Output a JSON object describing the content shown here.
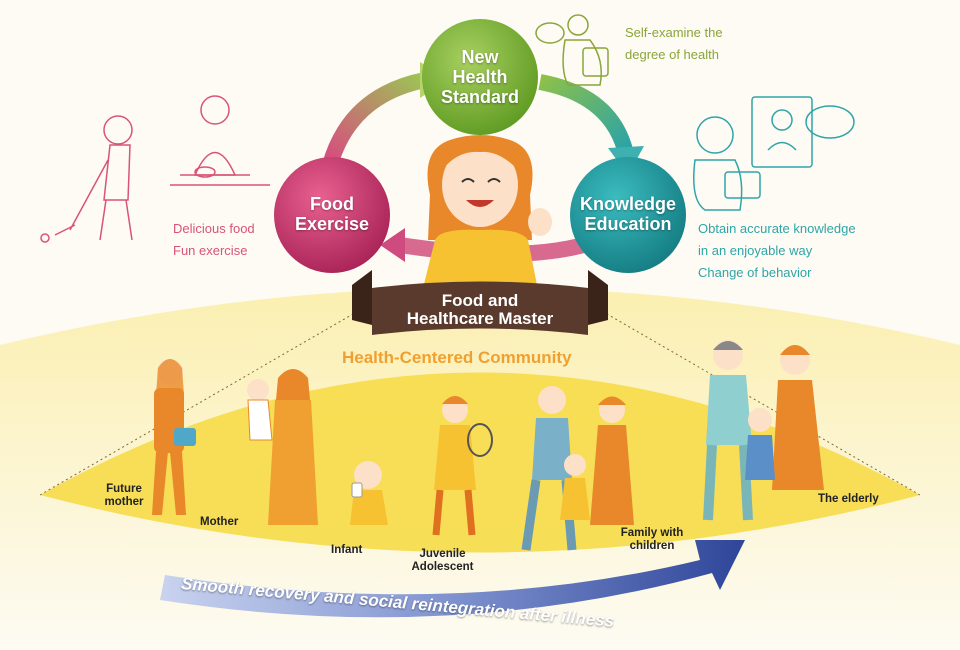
{
  "cycle": {
    "top": {
      "line1": "New",
      "line2": "Health",
      "line3": "Standard",
      "color": "#7fb335"
    },
    "left": {
      "line1": "Food",
      "line2": "Exercise",
      "color": "#c9356f"
    },
    "right": {
      "line1": "Knowledge",
      "line2": "Education",
      "color": "#1f9aa0"
    }
  },
  "notes": {
    "left": {
      "line1": "Delicious food",
      "line2": "Fun exercise"
    },
    "top": {
      "line1": "Self-examine the",
      "line2": "degree of health"
    },
    "right": {
      "line1": "Obtain accurate knowledge",
      "line2": "in an enjoyable way",
      "line3": "Change of behavior"
    }
  },
  "banner": {
    "line1": "Food and",
    "line2": "Healthcare Master",
    "color": "#5b3a2e"
  },
  "community_label": "Health-Centered Community",
  "groups": {
    "future_mother": {
      "line1": "Future",
      "line2": "mother"
    },
    "mother": "Mother",
    "infant": "Infant",
    "juvenile": {
      "line1": "Juvenile",
      "line2": "Adolescent"
    },
    "family": {
      "line1": "Family with",
      "line2": "children"
    },
    "elderly": "The elderly"
  },
  "recovery_arrow": "Smooth recovery and social reintegration after illness",
  "colors": {
    "community_fill": "#f8e27a",
    "arrow": "#3d56a8",
    "background": "#fdfbf3"
  }
}
